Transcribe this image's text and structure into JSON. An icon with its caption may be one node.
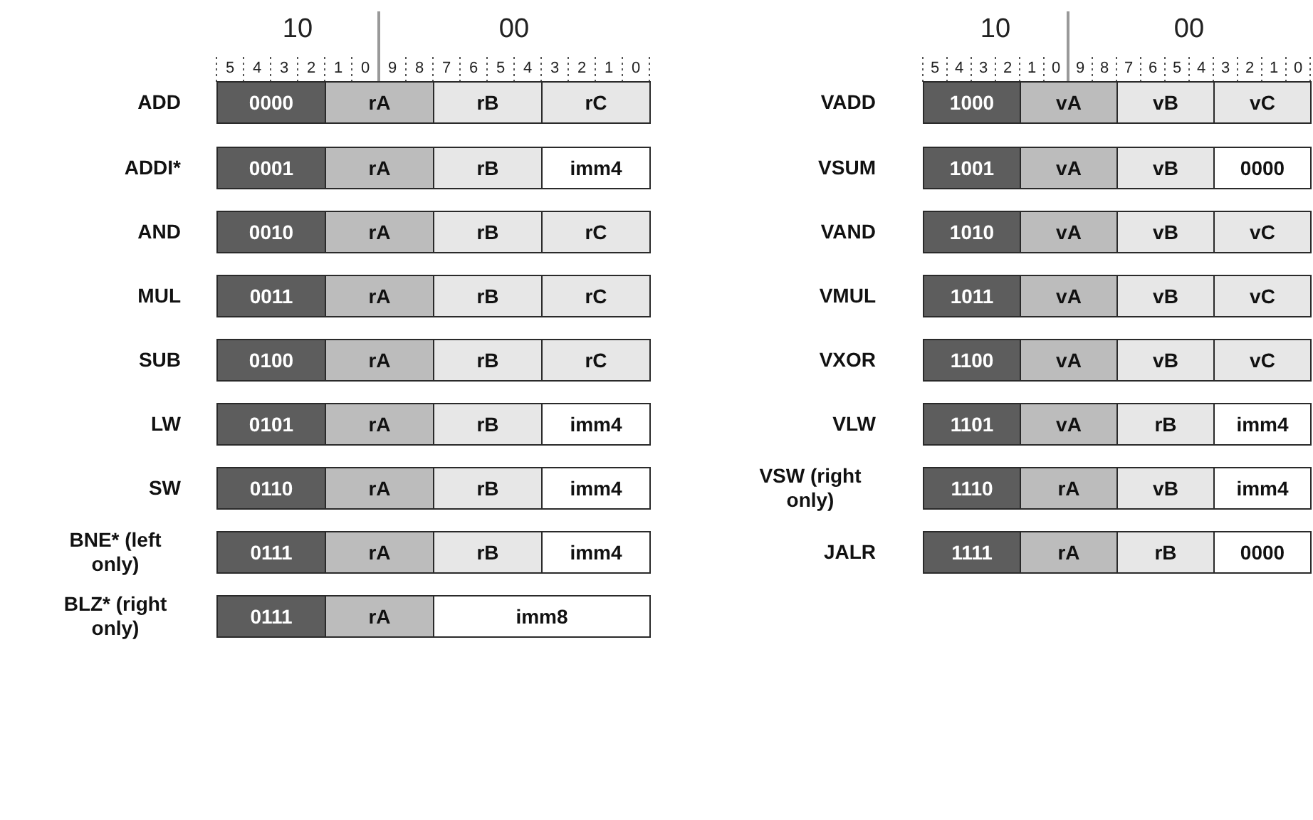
{
  "diagram": {
    "nodes": [
      {
        "text": [
          "0000"
        ]
      },
      {
        "text": [
          "rA"
        ]
      },
      {
        "text": [
          "rB"
        ]
      },
      {
        "text": [
          "rC"
        ]
      },
      {
        "text": [
          "1000"
        ]
      },
      {
        "text": [
          "vA"
        ]
      },
      {
        "text": [
          "vB"
        ]
      },
      {
        "text": [
          "vC"
        ]
      },
      {
        "text": [
          "0001"
        ]
      },
      {
        "text": [
          "rA"
        ]
      },
      {
        "text": [
          "rB"
        ]
      },
      {
        "text": [
          "imm4"
        ]
      },
      {
        "text": [
          "1001"
        ]
      },
      {
        "text": [
          "vA"
        ]
      },
      {
        "text": [
          "vB"
        ]
      },
      {
        "text": [
          "0000"
        ]
      },
      {
        "text": [
          "0010"
        ]
      },
      {
        "text": [
          "rA"
        ]
      },
      {
        "text": [
          "rB"
        ]
      },
      {
        "text": [
          "rC"
        ]
      },
      {
        "text": [
          "1010"
        ]
      },
      {
        "text": [
          "vA"
        ]
      },
      {
        "text": [
          "vB"
        ]
      },
      {
        "text": [
          "vC"
        ]
      },
      {
        "text": [
          "0011"
        ]
      },
      {
        "text": [
          "rA"
        ]
      },
      {
        "text": [
          "rB"
        ]
      },
      {
        "text": [
          "rC"
        ]
      },
      {
        "text": [
          "1011"
        ]
      },
      {
        "text": [
          "vA"
        ]
      },
      {
        "text": [
          "vB"
        ]
      },
      {
        "text": [
          "vC"
        ]
      },
      {
        "text": [
          "0100"
        ]
      },
      {
        "text": [
          "rA"
        ]
      },
      {
        "text": [
          "rB"
        ]
      },
      {
        "text": [
          "rC"
        ]
      },
      {
        "text": [
          "1100"
        ]
      },
      {
        "text": [
          "vA"
        ]
      },
      {
        "text": [
          "vB"
        ]
      },
      {
        "text": [
          "vC"
        ]
      },
      {
        "text": [
          "0101"
        ]
      },
      {
        "text": [
          "rA"
        ]
      },
      {
        "text": [
          "rB"
        ]
      },
      {
        "text": [
          "imm4"
        ]
      },
      {
        "text": [
          "1101"
        ]
      },
      {
        "text": [
          "vA"
        ]
      },
      {
        "text": [
          "rB"
        ]
      },
      {
        "text": [
          "imm4"
        ]
      },
      {
        "text": [
          "0110"
        ]
      },
      {
        "text": [
          "rA"
        ]
      },
      {
        "text": [
          "rB"
        ]
      },
      {
        "text": [
          "imm4"
        ]
      },
      {
        "text": [
          "1110"
        ]
      },
      {
        "text": [
          "rA"
        ]
      },
      {
        "text": [
          "vB"
        ]
      },
      {
        "text": [
          "imm4"
        ]
      },
      {
        "text": [
          "0111"
        ]
      },
      {
        "text": [
          "rA"
        ]
      },
      {
        "text": [
          "rB"
        ]
      },
      {
        "text": [
          "imm4"
        ]
      },
      {
        "text": [
          "1111"
        ]
      },
      {
        "text": [
          "rA"
        ]
      },
      {
        "text": [
          "rB"
        ]
      },
      {
        "text": [
          "0000"
        ]
      },
      {
        "text": [
          "0111"
        ]
      },
      {
        "text": [
          "rA"
        ]
      },
      {
        "text": [
          "imm8"
        ]
      }
    ],
    "labels": [
      "10",
      "00",
      "10",
      "00",
      "5",
      "4",
      "3",
      "2",
      "1",
      "0",
      "9",
      "8",
      "7",
      "6",
      "5",
      "4",
      "3",
      "2",
      "1",
      "0",
      "5",
      "4",
      "3",
      "2",
      "1",
      "0",
      "9",
      "8",
      "7",
      "6",
      "5",
      "4",
      "3",
      "2",
      "1",
      "0",
      "ADD",
      "VADD",
      "ADDI*",
      "VSUM",
      "AND",
      "VAND",
      "MUL",
      "VMUL",
      "SUB",
      "VXOR",
      "LW",
      "VLW",
      "SW",
      "VSW (right only)",
      "BNE* (left only)",
      "JALR",
      "BLZ* (right only)"
    ]
  }
}
